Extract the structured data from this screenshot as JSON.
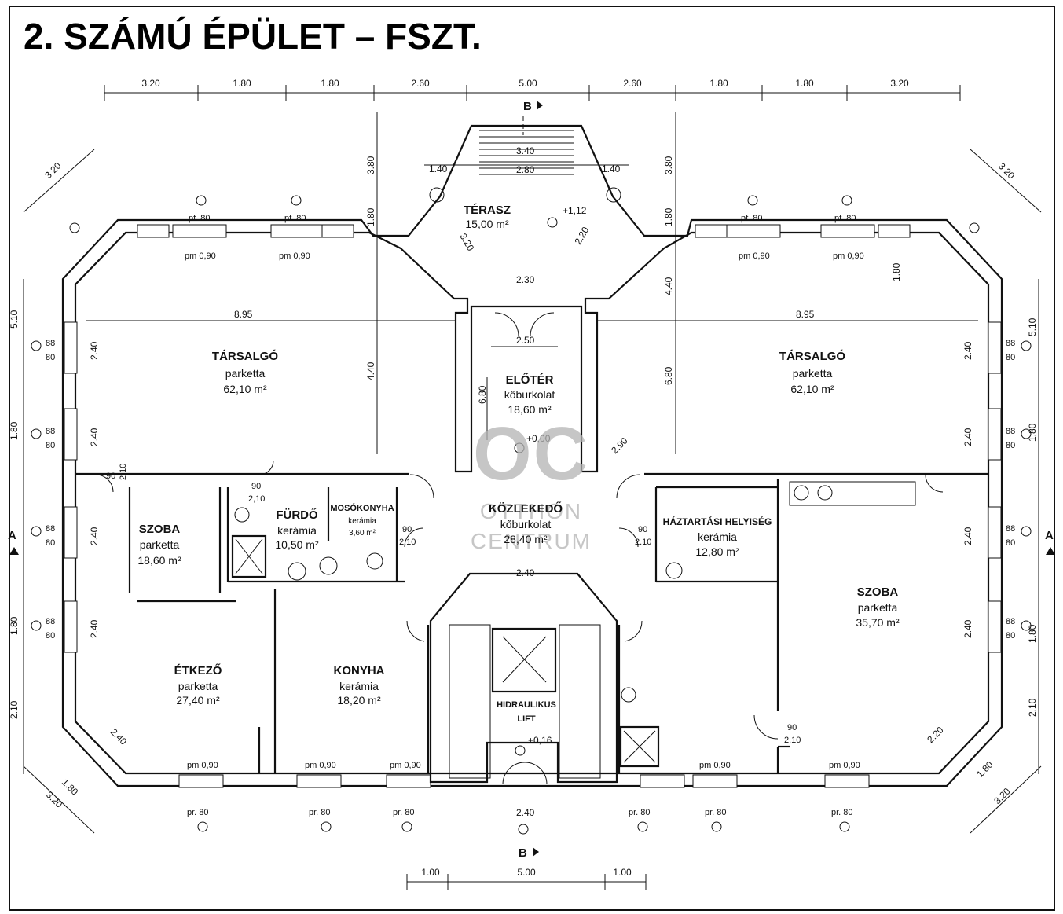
{
  "title": "2. SZÁMÚ ÉPÜLET – FSZT.",
  "watermark": {
    "letters": "OC",
    "line1": "OTTHON",
    "line2": "CENTRUM"
  },
  "section_markers": {
    "b": "B",
    "a": "A"
  },
  "top_dimensions": [
    "3.20",
    "1.80",
    "1.80",
    "2.60",
    "5.00",
    "2.60",
    "1.80",
    "1.80",
    "3.20"
  ],
  "bottom_dimensions": [
    "1.00",
    "5.00",
    "1.00"
  ],
  "corner_dims": {
    "tl": "3.20",
    "tr": "3.20",
    "bl_a": "1.80",
    "bl_b": "3.20",
    "br_a": "1.80",
    "br_b": "3.20"
  },
  "side_dims": {
    "left": [
      "5.10",
      "1.80",
      "2.40",
      "1.80",
      "2.10"
    ],
    "right": [
      "5.10",
      "1.80",
      "2.40",
      "1.80",
      "2.10"
    ]
  },
  "rooms": {
    "terasz": {
      "name": "TÉRASZ",
      "area": "15,00 m²",
      "level": "+1,12"
    },
    "tarsalgo_left": {
      "name": "TÁRSALGÓ",
      "floor": "parketta",
      "area": "62,10 m²"
    },
    "tarsalgo_right": {
      "name": "TÁRSALGÓ",
      "floor": "parketta",
      "area": "62,10 m²"
    },
    "eloter": {
      "name": "ELŐTÉR",
      "floor": "kőburkolat",
      "area": "18,60 m²",
      "level": "+0,00"
    },
    "szoba_left": {
      "name": "SZOBA",
      "floor": "parketta",
      "area": "18,60 m²"
    },
    "furdo": {
      "name": "FÜRDŐ",
      "floor": "kerámia",
      "area": "10,50 m²"
    },
    "mosokonyha": {
      "name": "MOSÓKONYHA",
      "floor": "kerámia",
      "area": "3,60 m²"
    },
    "kozlekedo": {
      "name": "KÖZLEKEDŐ",
      "floor": "kőburkolat",
      "area": "28,40 m²"
    },
    "haztartasi": {
      "name": "HÁZTARTÁSI HELYISÉG",
      "floor": "kerámia",
      "area": "12,80 m²"
    },
    "szoba_right": {
      "name": "SZOBA",
      "floor": "parketta",
      "area": "35,70 m²"
    },
    "etkezo": {
      "name": "ÉTKEZŐ",
      "floor": "parketta",
      "area": "27,40 m²"
    },
    "konyha": {
      "name": "KONYHA",
      "floor": "kerámia",
      "area": "18,20 m²"
    },
    "lift": {
      "name1": "HIDRAULIKUS",
      "name2": "LIFT",
      "level": "+0,16"
    }
  },
  "labels": {
    "pf80": "pf. 80",
    "pm090": "pm 0,90",
    "pr80": "pr. 80",
    "w88": "88",
    "w80": "80",
    "d90": "90",
    "d210": "2,10",
    "d2_10": "2.10",
    "d240": "2.40",
    "d250": "2.50",
    "d230": "2.30",
    "d895": "8.95",
    "d340": "3.40",
    "d280": "2.80",
    "d140": "1.40",
    "d380": "3.80",
    "d180": "1.80",
    "d440": "4.40",
    "d680": "6.80",
    "d320": "3.20",
    "d220": "2.20",
    "d290": "2.90"
  }
}
